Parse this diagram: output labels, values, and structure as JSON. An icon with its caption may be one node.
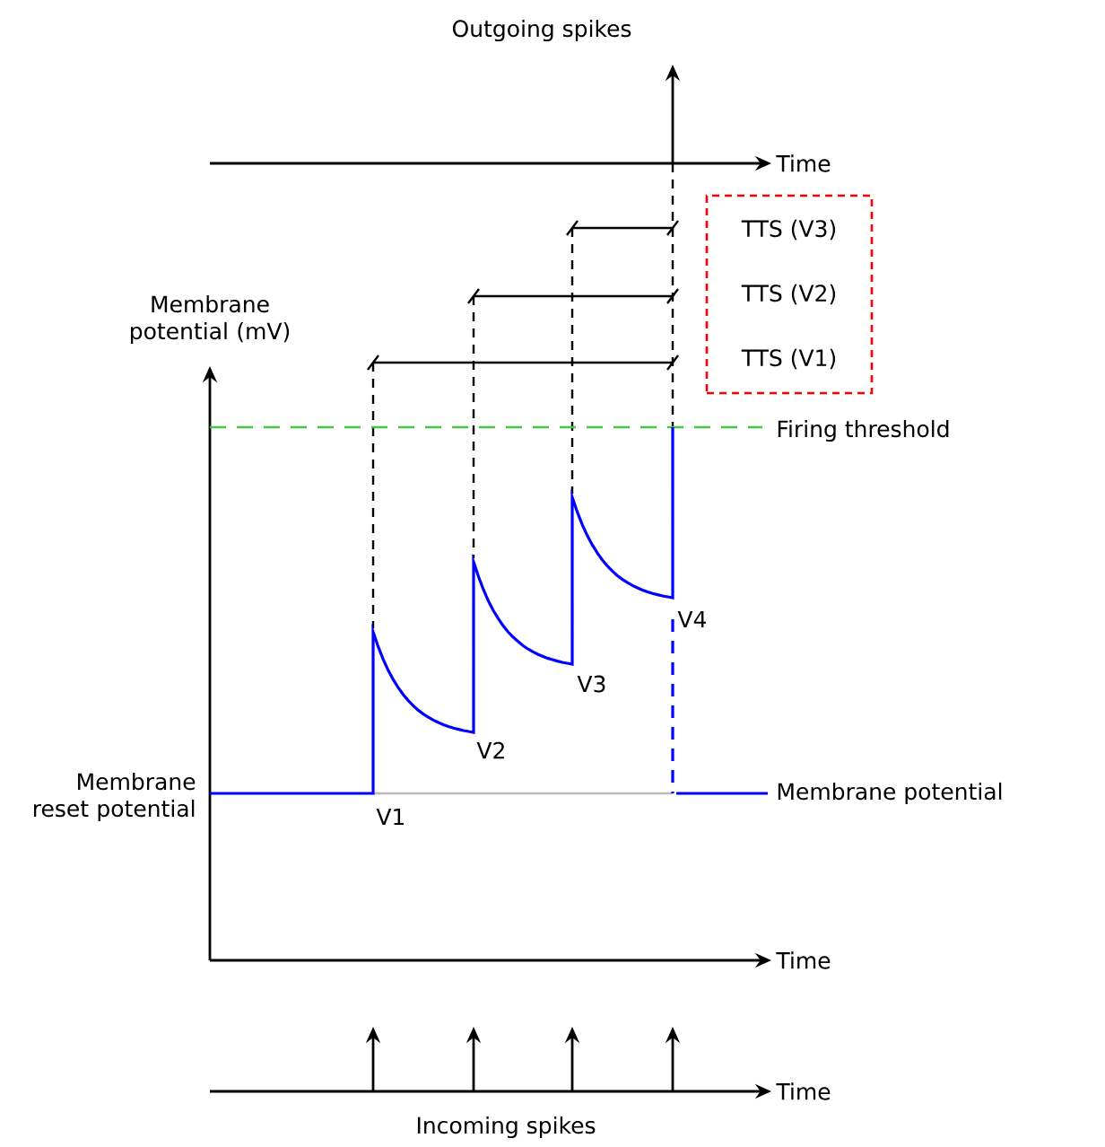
{
  "diagram": {
    "nodes": [
      {
        "text": [
          "TTS (V3)",
          "TTS (V2)",
          "TTS (V1)"
        ]
      }
    ],
    "labels": [
      "Outgoing spikes",
      "Time",
      "Membrane potential (mV)",
      "Firing threshold",
      "V4",
      "V3",
      "V2",
      "Membrane reset potential",
      "V1",
      "Membrane potential",
      "Time",
      "Time",
      "Incoming spikes"
    ]
  }
}
